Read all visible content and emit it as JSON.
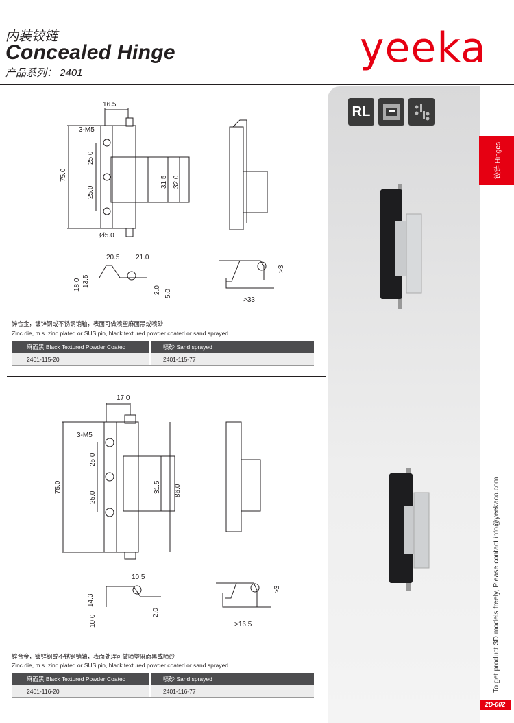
{
  "header": {
    "title_cn": "内装铰链",
    "title_en": "Concealed Hinge",
    "series": "产品系列： 2401",
    "logo": "yeeka"
  },
  "side": {
    "tab_label": "铰链 Hinges",
    "contact": "To get product 3D models freely, Please contact  info@yeekaco.com",
    "page_code": "2D-002",
    "icons": [
      {
        "name": "rl-icon",
        "label": "RL"
      },
      {
        "name": "concealed-mount-icon"
      },
      {
        "name": "pin-hinge-icon"
      }
    ]
  },
  "colors": {
    "brand": "#e60012",
    "table_header": "#4d4d4f",
    "panel": "#e0e0e0"
  },
  "products": [
    {
      "dims": {
        "top": "16.5",
        "hole": "3-M5",
        "pitch1": "25.0",
        "pitch2": "25.0",
        "height": "75.0",
        "leaf1": "31.5",
        "leaf2": "32.0",
        "pin": "Ø5.0",
        "s1": "20.5",
        "s2": "21.0",
        "h1": "18.0",
        "h2": "13.5",
        "t1": "2.0",
        "t2": "5.0",
        "gap": ">3",
        "open": ">33"
      },
      "desc_cn": "锌合金，镀锌钢或不锈钢销轴，表面可做喷塑麻面黑或喷砂",
      "desc_en": "Zinc die, m.s. zinc plated or SUS pin, black textured powder coated or sand sprayed",
      "table": {
        "headers": [
          "麻面黑 Black Textured Powder Coated",
          "喷砂 Sand sprayed"
        ],
        "row": [
          "2401-115-20",
          "2401-115-77"
        ]
      }
    },
    {
      "dims": {
        "top": "17.0",
        "hole": "3-M5",
        "pitch1": "25.0",
        "pitch2": "25.0",
        "height": "75.0",
        "leaf1": "31.5",
        "leaf2": "86.0",
        "s1": "10.5",
        "h1": "14.3",
        "h2": "10.0",
        "t1": "2.0",
        "gap": ">3",
        "open": ">16.5"
      },
      "desc_cn": "锌合金，镀锌钢或不锈钢销轴，表面处理可做喷塑麻面黑或喷砂",
      "desc_en": "Zinc die, m.s. zinc plated or SUS pin, black textured powder coated or sand sprayed",
      "table": {
        "headers": [
          "麻面黑 Black Textured Powder Coated",
          "喷砂 Sand sprayed"
        ],
        "row": [
          "2401-116-20",
          "2401-116-77"
        ]
      }
    }
  ]
}
